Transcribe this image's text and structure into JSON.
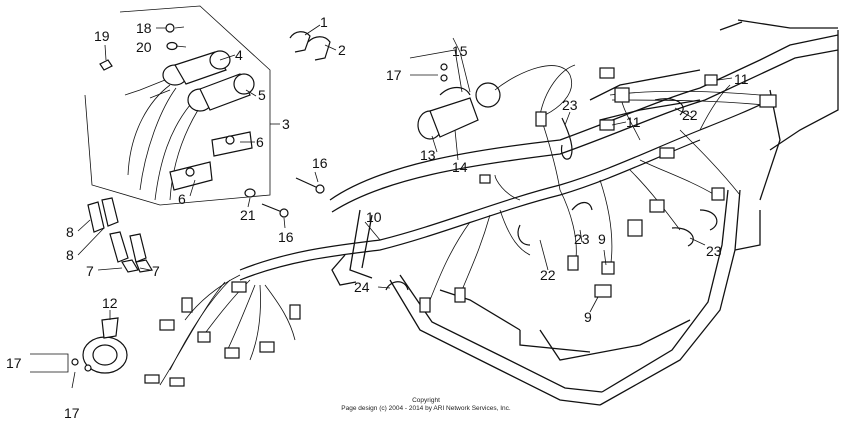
{
  "callouts": [
    {
      "id": "c1",
      "label": "1"
    },
    {
      "id": "c2",
      "label": "2"
    },
    {
      "id": "c3",
      "label": "3"
    },
    {
      "id": "c4",
      "label": "4"
    },
    {
      "id": "c5",
      "label": "5"
    },
    {
      "id": "c6a",
      "label": "6"
    },
    {
      "id": "c6b",
      "label": "6"
    },
    {
      "id": "c7a",
      "label": "7"
    },
    {
      "id": "c7b",
      "label": "7"
    },
    {
      "id": "c8a",
      "label": "8"
    },
    {
      "id": "c8b",
      "label": "8"
    },
    {
      "id": "c9a",
      "label": "9"
    },
    {
      "id": "c9b",
      "label": "9"
    },
    {
      "id": "c10",
      "label": "10"
    },
    {
      "id": "c11a",
      "label": "11"
    },
    {
      "id": "c11b",
      "label": "11"
    },
    {
      "id": "c12",
      "label": "12"
    },
    {
      "id": "c13",
      "label": "13"
    },
    {
      "id": "c14",
      "label": "14"
    },
    {
      "id": "c15",
      "label": "15"
    },
    {
      "id": "c16a",
      "label": "16"
    },
    {
      "id": "c16b",
      "label": "16"
    },
    {
      "id": "c17a",
      "label": "17"
    },
    {
      "id": "c17b",
      "label": "17"
    },
    {
      "id": "c17c",
      "label": "17"
    },
    {
      "id": "c18",
      "label": "18"
    },
    {
      "id": "c19",
      "label": "19"
    },
    {
      "id": "c20",
      "label": "20"
    },
    {
      "id": "c21",
      "label": "21"
    },
    {
      "id": "c22a",
      "label": "22"
    },
    {
      "id": "c22b",
      "label": "22"
    },
    {
      "id": "c23a",
      "label": "23"
    },
    {
      "id": "c23b",
      "label": "23"
    },
    {
      "id": "c23c",
      "label": "23"
    },
    {
      "id": "c24",
      "label": "24"
    }
  ],
  "copyright": {
    "line1": "Copyright",
    "line2": "Page design (c) 2004 - 2014 by ARI Network Services, Inc."
  }
}
